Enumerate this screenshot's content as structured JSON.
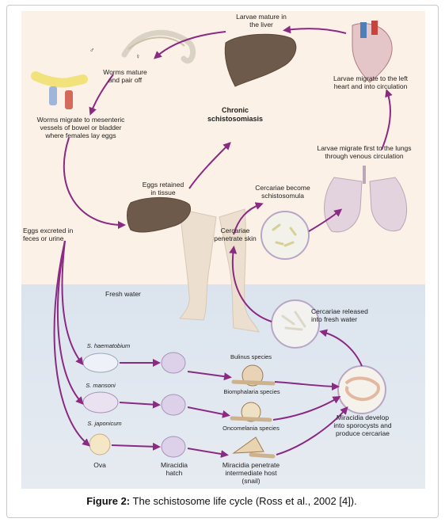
{
  "labels": {
    "larvae_mature": "Larvae mature in\nthe liver",
    "worms_mature": "Worms mature\nand pair off",
    "worms_migrate": "Worms migrate to mesenteric\nvessels of bowel or bladder\nwhere females lay eggs",
    "chronic": "Chronic\nschistosomiasis",
    "larvae_left_heart": "Larvae migrate to the left\nheart and into circulation",
    "larvae_lungs": "Larvae migrate first to the lungs\nthrough venous circulation",
    "eggs_retained": "Eggs retained\nin tissue",
    "cercariae_become": "Cercariae become\nschistosomula",
    "eggs_excreted": "Eggs excreted in\nfeces or urine",
    "cercariae_penetrate": "Cercariae\npenetrate skin",
    "fresh_water": "Fresh water",
    "cercariae_released": "Cercariae released\ninto fresh water",
    "s_haematobium": "S. haematobium",
    "bulinus": "Bulinus species",
    "s_mansoni": "S. mansoni",
    "biomphalaria": "Biomphalaria species",
    "s_japonicum": "S. japonicum",
    "oncomelania": "Oncomelania species",
    "miracidia_develop": "Miracidia develop\ninto sporocysts and\nproduce cercariae",
    "ova": "Ova",
    "miracidia_hatch": "Miracidia\nhatch",
    "miracidia_penetrate": "Miracidia penetrate\nintermediate host\n(snail)",
    "male_symbol": "♂",
    "female_symbol": "♀"
  },
  "caption": {
    "label": "Figure 2:",
    "text": " The schistosome life cycle (Ross et al., 2002 [4])."
  },
  "colors": {
    "arrow": "#8a2a82",
    "land_bg": "#fbf1e6",
    "water_bg": "#dfe7ef",
    "liver": "#6e5a4a",
    "lung": "#d9c9d6",
    "skin": "#ecdfd0"
  }
}
